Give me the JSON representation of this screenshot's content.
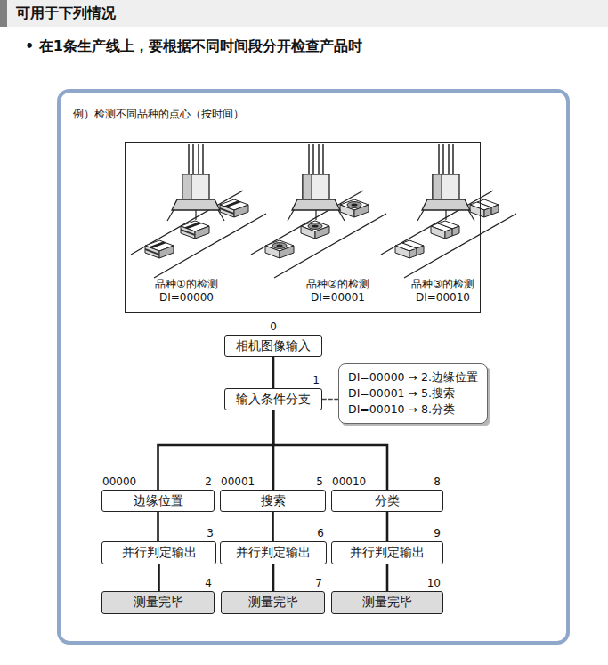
{
  "diagram": {
    "title": "可用于下列情况",
    "nodes": [
      {
        "text": [
          "例）检测不同品种的点心（按时间）"
        ]
      },
      {
        "text": [
          "品种①的检测 DI=00000",
          "品种②的检测 DI=00001",
          "品种③的检测 DI=00010"
        ],
        "in": 0
      },
      {
        "text": [
          "0",
          "相机图像输入"
        ],
        "in": 0
      },
      {
        "text": [
          "1",
          "输入条件分支"
        ],
        "in": 0
      },
      {
        "text": [
          "DI=00000 → 2.边缘位置",
          "DI=00001 → 5.搜索",
          "DI=00010 → 8.分类"
        ],
        "in": 0
      },
      {
        "text": [
          "00000",
          "2",
          "边缘位置"
        ],
        "in": 0
      },
      {
        "text": [
          "00001",
          "5",
          "搜索"
        ],
        "in": 0
      },
      {
        "text": [
          "00010",
          "8",
          "分类"
        ],
        "in": 0
      },
      {
        "text": [
          "3",
          "并行判定输出"
        ],
        "in": 0
      },
      {
        "text": [
          "6",
          "并行判定输出"
        ],
        "in": 0
      },
      {
        "text": [
          "9",
          "并行判定输出"
        ],
        "in": 0
      },
      {
        "text": [
          "4",
          "测量完毕"
        ],
        "in": 0
      },
      {
        "text": [
          "7",
          "测量完毕"
        ],
        "in": 0
      },
      {
        "text": [
          "10",
          "测量完毕"
        ],
        "in": 0
      }
    ],
    "edges": [
      {
        "from": 2,
        "to": 3,
        "arrow": "none"
      },
      {
        "from": 3,
        "to": 4,
        "arrow": "none"
      },
      {
        "from": 3,
        "to": 5,
        "arrow": "none"
      },
      {
        "from": 3,
        "to": 6,
        "arrow": "none"
      },
      {
        "from": 3,
        "to": 7,
        "arrow": "none"
      },
      {
        "from": 5,
        "to": 8,
        "arrow": "none"
      },
      {
        "from": 6,
        "to": 9,
        "arrow": "none"
      },
      {
        "from": 7,
        "to": 10,
        "arrow": "none"
      },
      {
        "from": 8,
        "to": 11,
        "arrow": "none"
      },
      {
        "from": 9,
        "to": 12,
        "arrow": "none"
      },
      {
        "from": 10,
        "to": 13,
        "arrow": "none"
      }
    ],
    "labels": [
      "• 在1条生产线上，要根据不同时间段分开检查产品时"
    ]
  }
}
